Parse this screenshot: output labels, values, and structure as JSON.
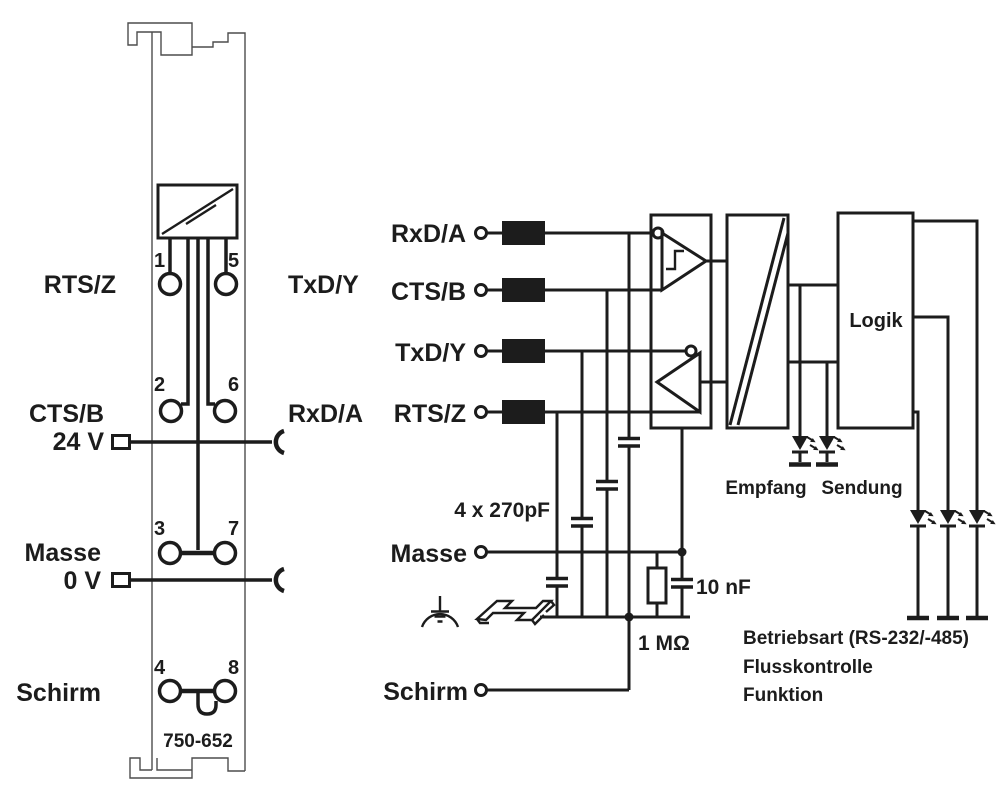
{
  "module": {
    "part_number": "750-652",
    "pin_numbers": {
      "p1": "1",
      "p2": "2",
      "p3": "3",
      "p4": "4",
      "p5": "5",
      "p6": "6",
      "p7": "7",
      "p8": "8"
    },
    "labels": {
      "rts": "RTS/Z",
      "txd": "TxD/Y",
      "cts": "CTS/B",
      "rxd": "RxD/A",
      "v24": "24 V",
      "v0": "0 V",
      "masse": "Masse",
      "schirm": "Schirm"
    }
  },
  "schematic": {
    "inputs": [
      "RxD/A",
      "CTS/B",
      "TxD/Y",
      "RTS/Z"
    ],
    "labels": {
      "filter_caps": "4 x 270pF",
      "masse": "Masse",
      "schirm": "Schirm",
      "cap_10nf": "10 nF",
      "resistor_1m": "1 MΩ",
      "logic": "Logik"
    },
    "led_labels": [
      "Empfang",
      "Sendung"
    ],
    "legend": [
      "Betriebsart (RS-232/-485)",
      "Flusskontrolle",
      "Funktion"
    ]
  },
  "colors": {
    "line": "#1c1c1c",
    "module_outline": "#4d4d4d",
    "background": "#ffffff"
  }
}
